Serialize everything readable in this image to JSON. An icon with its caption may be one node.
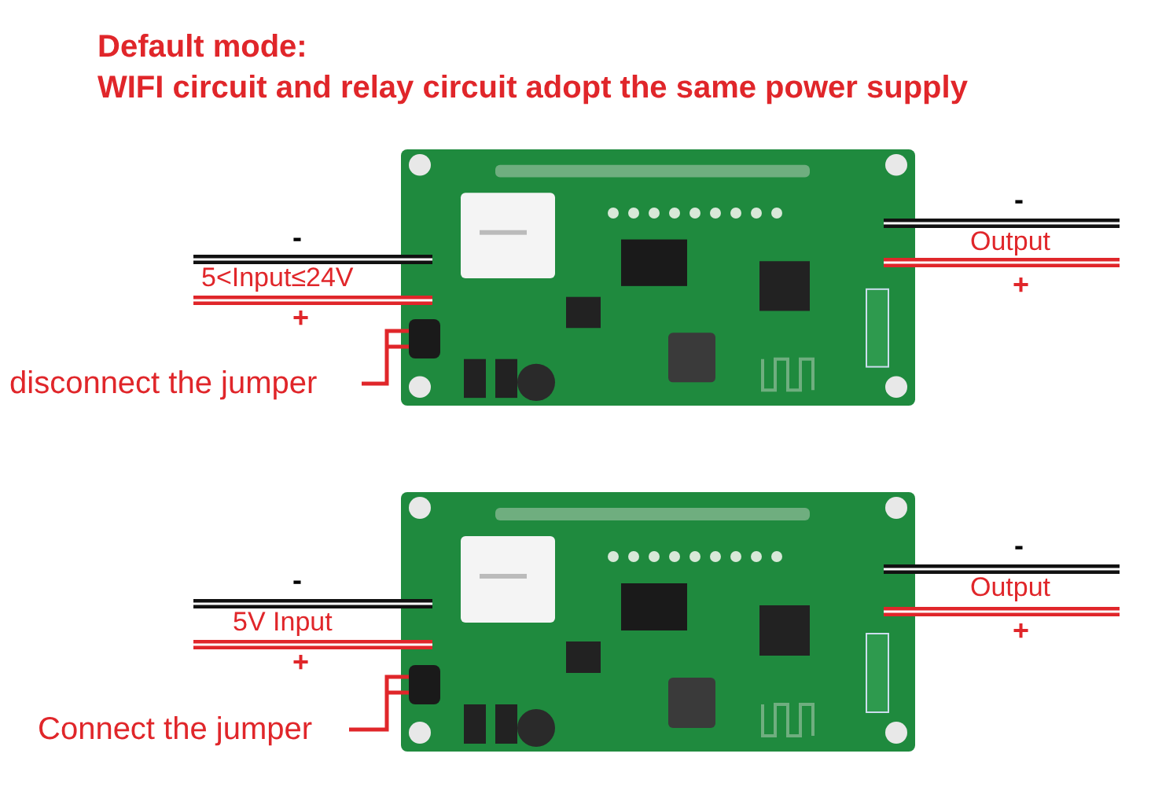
{
  "diagram": {
    "title": "Default mode:",
    "nodes": [
      {
        "text": [],
        "shape": "picture"
      },
      {
        "text": [],
        "shape": "box",
        "in": 0
      },
      {
        "text": [
          "disconnect the jumper"
        ]
      },
      {
        "text": [],
        "shape": "picture"
      },
      {
        "text": [],
        "shape": "box",
        "in": 3
      },
      {
        "text": [
          "Connect the jumper"
        ]
      }
    ],
    "edges": [
      {
        "from": 2,
        "to": 1,
        "arrow": "none"
      },
      {
        "from": 5,
        "to": 4,
        "arrow": "none"
      }
    ],
    "labels": [
      "WIFI circuit and relay circuit adopt the same power supply",
      "-",
      "5<Input≤24V",
      "+",
      "-",
      "Output",
      "+",
      "-",
      "5V Input",
      "+",
      "-",
      "Output",
      "+"
    ]
  }
}
